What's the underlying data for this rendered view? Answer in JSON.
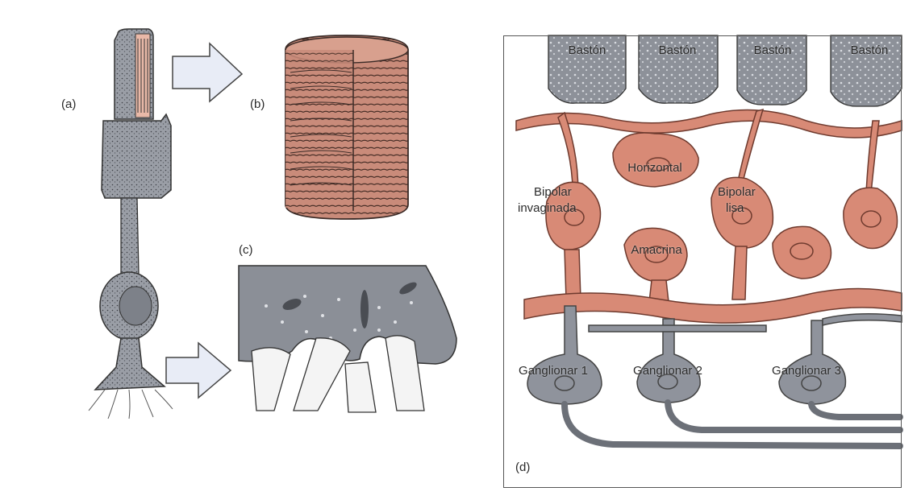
{
  "panels": {
    "a": "(a)",
    "b": "(b)",
    "c": "(c)",
    "d": "(d)"
  },
  "cells": {
    "rods": [
      "Bastón",
      "Bastón",
      "Bastón",
      "Bastón"
    ],
    "horizontal": "Horizontal",
    "bipolar_invaginada": [
      "Bipolar",
      "invaginada"
    ],
    "bipolar_lisa": [
      "Bipolar",
      "lisa"
    ],
    "amacrina": "Amacrina",
    "ganglionar": [
      "Ganglionar 1",
      "Ganglionar 2",
      "Ganglionar 3"
    ]
  },
  "colors": {
    "gray_cell": "#8f939c",
    "gray_dark": "#5f636b",
    "salmon_cell": "#d88a76",
    "salmon_dark": "#b5614d",
    "arrow_fill": "#e8ecf6",
    "frame": "#555555"
  }
}
